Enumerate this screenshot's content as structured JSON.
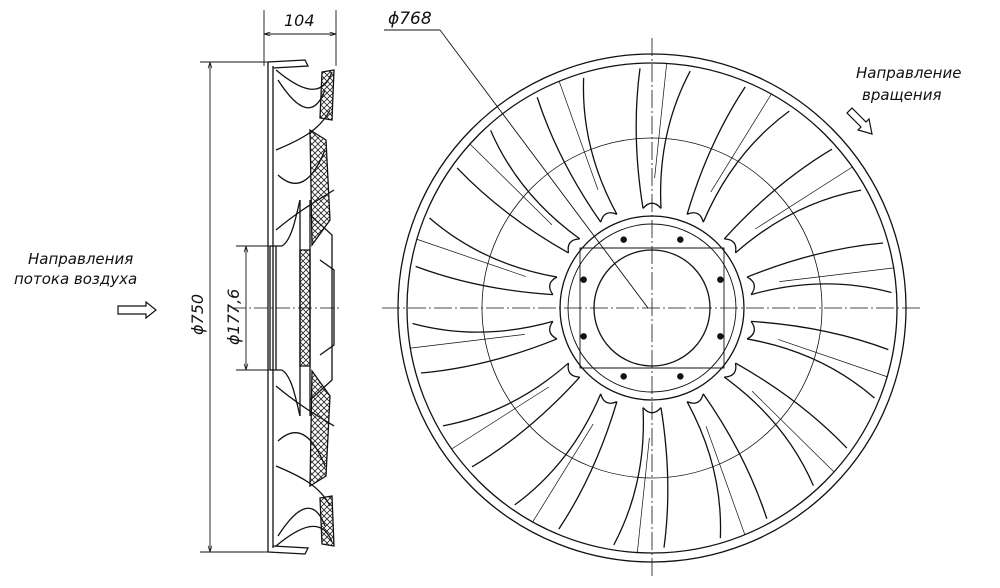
{
  "drawing": {
    "dimensions": {
      "width": "104",
      "outer_diameter": "ϕ768",
      "blade_diameter": "ϕ750",
      "hub_diameter": "ϕ177,6"
    },
    "notes": {
      "air_flow_line1": "Направления",
      "air_flow_line2": "потока воздуха",
      "rotation_line1": "Направление",
      "rotation_line2": "вращения"
    },
    "blade_count": 14,
    "hub_bolt_holes": 8,
    "line_color": "#111111"
  }
}
